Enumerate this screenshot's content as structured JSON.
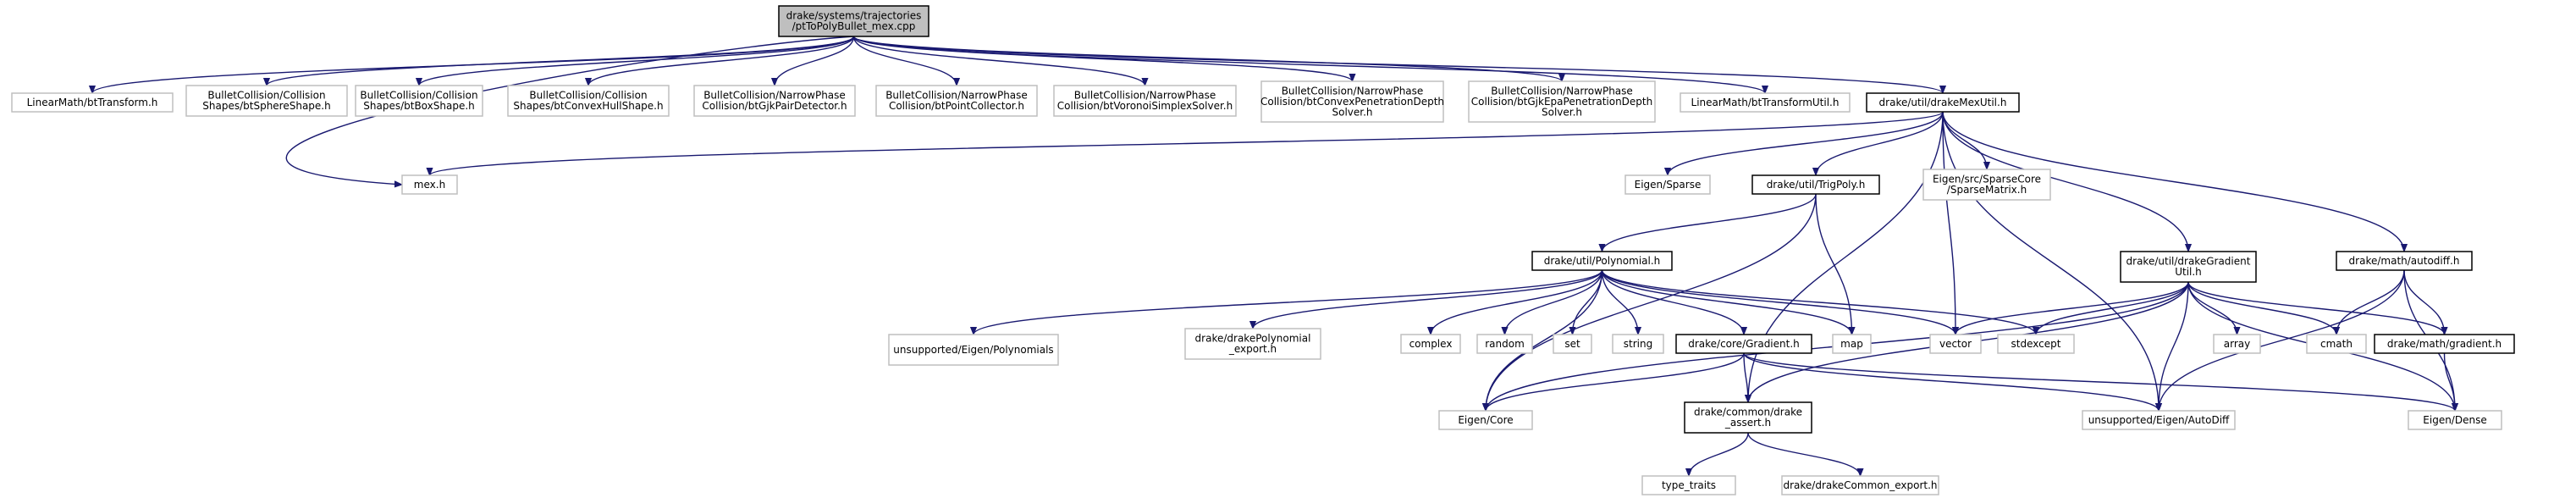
{
  "graph": {
    "nodes": [
      {
        "id": "root",
        "lines": [
          "drake/systems/trajectories",
          "/ptToPolyBullet_mex.cpp"
        ],
        "style": "root"
      },
      {
        "id": "btTransform",
        "lines": [
          "LinearMath/btTransform.h"
        ],
        "style": "ext"
      },
      {
        "id": "btSphereShape",
        "lines": [
          "BulletCollision/Collision",
          "Shapes/btSphereShape.h"
        ],
        "style": "ext"
      },
      {
        "id": "btBoxShape",
        "lines": [
          "BulletCollision/Collision",
          "Shapes/btBoxShape.h"
        ],
        "style": "ext"
      },
      {
        "id": "btConvexHullShape",
        "lines": [
          "BulletCollision/Collision",
          "Shapes/btConvexHullShape.h"
        ],
        "style": "ext"
      },
      {
        "id": "btGjkPairDetector",
        "lines": [
          "BulletCollision/NarrowPhase",
          "Collision/btGjkPairDetector.h"
        ],
        "style": "ext"
      },
      {
        "id": "btPointCollector",
        "lines": [
          "BulletCollision/NarrowPhase",
          "Collision/btPointCollector.h"
        ],
        "style": "ext"
      },
      {
        "id": "btVoronoi",
        "lines": [
          "BulletCollision/NarrowPhase",
          "Collision/btVoronoiSimplexSolver.h"
        ],
        "style": "ext"
      },
      {
        "id": "btConvexPen",
        "lines": [
          "BulletCollision/NarrowPhase",
          "Collision/btConvexPenetrationDepth",
          "Solver.h"
        ],
        "style": "ext"
      },
      {
        "id": "btGjkEpa",
        "lines": [
          "BulletCollision/NarrowPhase",
          "Collision/btGjkEpaPenetrationDepth",
          "Solver.h"
        ],
        "style": "ext"
      },
      {
        "id": "btTransformUtil",
        "lines": [
          "LinearMath/btTransformUtil.h"
        ],
        "style": "ext"
      },
      {
        "id": "drakeMexUtil",
        "lines": [
          "drake/util/drakeMexUtil.h"
        ],
        "style": "doc"
      },
      {
        "id": "mex",
        "lines": [
          "mex.h"
        ],
        "style": "ext"
      },
      {
        "id": "eigenSparse",
        "lines": [
          "Eigen/Sparse"
        ],
        "style": "ext"
      },
      {
        "id": "trigPoly",
        "lines": [
          "drake/util/TrigPoly.h"
        ],
        "style": "doc"
      },
      {
        "id": "sparseMatrix",
        "lines": [
          "Eigen/src/SparseCore",
          "/SparseMatrix.h"
        ],
        "style": "ext"
      },
      {
        "id": "drakeGradientUtil",
        "lines": [
          "drake/util/drakeGradient",
          "Util.h"
        ],
        "style": "doc"
      },
      {
        "id": "autodiff",
        "lines": [
          "drake/math/autodiff.h"
        ],
        "style": "doc"
      },
      {
        "id": "polynomial",
        "lines": [
          "drake/util/Polynomial.h"
        ],
        "style": "doc"
      },
      {
        "id": "unsupPolynomials",
        "lines": [
          "unsupported/Eigen/Polynomials"
        ],
        "style": "ext"
      },
      {
        "id": "drakePolyExport",
        "lines": [
          "drake/drakePolynomial",
          "_export.h"
        ],
        "style": "ext"
      },
      {
        "id": "complex",
        "lines": [
          "complex"
        ],
        "style": "ext"
      },
      {
        "id": "random",
        "lines": [
          "random"
        ],
        "style": "ext"
      },
      {
        "id": "set",
        "lines": [
          "set"
        ],
        "style": "ext"
      },
      {
        "id": "string",
        "lines": [
          "string"
        ],
        "style": "ext"
      },
      {
        "id": "coreGradient",
        "lines": [
          "drake/core/Gradient.h"
        ],
        "style": "doc"
      },
      {
        "id": "map",
        "lines": [
          "map"
        ],
        "style": "ext"
      },
      {
        "id": "vector",
        "lines": [
          "vector"
        ],
        "style": "ext"
      },
      {
        "id": "stdexcept",
        "lines": [
          "stdexcept"
        ],
        "style": "ext"
      },
      {
        "id": "array",
        "lines": [
          "array"
        ],
        "style": "ext"
      },
      {
        "id": "cmath",
        "lines": [
          "cmath"
        ],
        "style": "ext"
      },
      {
        "id": "mathGradient",
        "lines": [
          "drake/math/gradient.h"
        ],
        "style": "doc"
      },
      {
        "id": "eigenCore",
        "lines": [
          "Eigen/Core"
        ],
        "style": "ext"
      },
      {
        "id": "drakeAssert",
        "lines": [
          "drake/common/drake",
          "_assert.h"
        ],
        "style": "doc"
      },
      {
        "id": "autoDiff",
        "lines": [
          "unsupported/Eigen/AutoDiff"
        ],
        "style": "ext"
      },
      {
        "id": "eigenDense",
        "lines": [
          "Eigen/Dense"
        ],
        "style": "ext"
      },
      {
        "id": "typeTraits",
        "lines": [
          "type_traits"
        ],
        "style": "ext"
      },
      {
        "id": "drakeCommonExport",
        "lines": [
          "drake/drakeCommon_export.h"
        ],
        "style": "ext"
      }
    ],
    "edges": [
      [
        "root",
        "btTransform"
      ],
      [
        "root",
        "btSphereShape"
      ],
      [
        "root",
        "btBoxShape"
      ],
      [
        "root",
        "btConvexHullShape"
      ],
      [
        "root",
        "btGjkPairDetector"
      ],
      [
        "root",
        "btPointCollector"
      ],
      [
        "root",
        "btVoronoi"
      ],
      [
        "root",
        "btConvexPen"
      ],
      [
        "root",
        "btGjkEpa"
      ],
      [
        "root",
        "btTransformUtil"
      ],
      [
        "root",
        "drakeMexUtil"
      ],
      [
        "root",
        "mex"
      ],
      [
        "drakeMexUtil",
        "mex"
      ],
      [
        "drakeMexUtil",
        "eigenSparse"
      ],
      [
        "drakeMexUtil",
        "trigPoly"
      ],
      [
        "drakeMexUtil",
        "sparseMatrix"
      ],
      [
        "drakeMexUtil",
        "drakeGradientUtil"
      ],
      [
        "drakeMexUtil",
        "autodiff"
      ],
      [
        "drakeMexUtil",
        "vector"
      ],
      [
        "drakeMexUtil",
        "autoDiff"
      ],
      [
        "drakeMexUtil",
        "drakeAssert"
      ],
      [
        "trigPoly",
        "polynomial"
      ],
      [
        "trigPoly",
        "map"
      ],
      [
        "trigPoly",
        "eigenCore"
      ],
      [
        "polynomial",
        "unsupPolynomials"
      ],
      [
        "polynomial",
        "drakePolyExport"
      ],
      [
        "polynomial",
        "complex"
      ],
      [
        "polynomial",
        "random"
      ],
      [
        "polynomial",
        "set"
      ],
      [
        "polynomial",
        "string"
      ],
      [
        "polynomial",
        "coreGradient"
      ],
      [
        "polynomial",
        "map"
      ],
      [
        "polynomial",
        "vector"
      ],
      [
        "polynomial",
        "stdexcept"
      ],
      [
        "polynomial",
        "eigenCore"
      ],
      [
        "coreGradient",
        "eigenCore"
      ],
      [
        "coreGradient",
        "drakeAssert"
      ],
      [
        "coreGradient",
        "autoDiff"
      ],
      [
        "coreGradient",
        "eigenDense"
      ],
      [
        "drakeGradientUtil",
        "vector"
      ],
      [
        "drakeGradientUtil",
        "stdexcept"
      ],
      [
        "drakeGradientUtil",
        "array"
      ],
      [
        "drakeGradientUtil",
        "cmath"
      ],
      [
        "drakeGradientUtil",
        "mathGradient"
      ],
      [
        "drakeGradientUtil",
        "eigenCore"
      ],
      [
        "drakeGradientUtil",
        "drakeAssert"
      ],
      [
        "drakeGradientUtil",
        "autoDiff"
      ],
      [
        "drakeGradientUtil",
        "eigenDense"
      ],
      [
        "autodiff",
        "cmath"
      ],
      [
        "autodiff",
        "mathGradient"
      ],
      [
        "autodiff",
        "autoDiff"
      ],
      [
        "autodiff",
        "eigenDense"
      ],
      [
        "mathGradient",
        "eigenDense"
      ],
      [
        "drakeAssert",
        "typeTraits"
      ],
      [
        "drakeAssert",
        "drakeCommonExport"
      ]
    ]
  }
}
